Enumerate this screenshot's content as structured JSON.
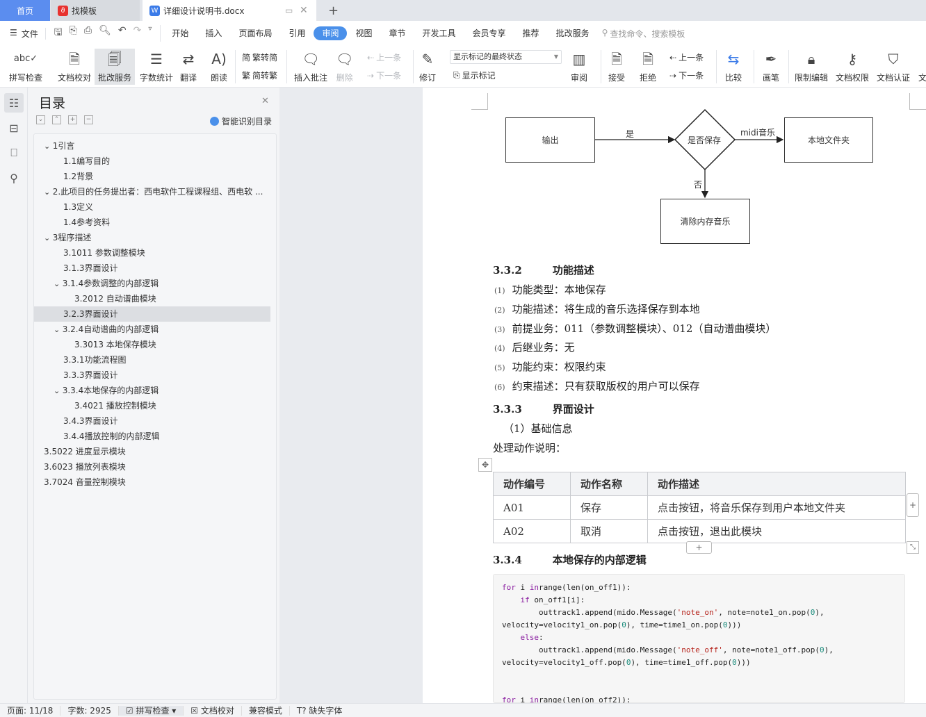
{
  "tabs": {
    "home": "首页",
    "template": "找模板",
    "document": "详细设计说明书.docx",
    "new_tab": "+"
  },
  "menu": {
    "file": "文件",
    "items": [
      "开始",
      "插入",
      "页面布局",
      "引用",
      "审阅",
      "视图",
      "章节",
      "开发工具",
      "会员专享",
      "推荐",
      "批改服务"
    ],
    "active": "审阅",
    "search_placeholder": "查找命令、搜索模板"
  },
  "ribbon": {
    "spell": "拼写检查",
    "proof": "文档校对",
    "grading": "批改服务",
    "wordcount": "字数统计",
    "translate": "翻译",
    "read": "朗读",
    "trad_to_simp": "繁转简",
    "simp_to_trad": "简转繁",
    "insert_comment": "插入批注",
    "delete": "删除",
    "prev": "上一条",
    "next": "下一条",
    "track": "修订",
    "markup_state": "显示标记的最终状态",
    "show_markup": "显示标记",
    "review": "审阅",
    "accept": "接受",
    "reject": "拒绝",
    "prev2": "上一条",
    "next2": "下一条",
    "compare": "比较",
    "pen": "画笔",
    "restrict": "限制编辑",
    "permission": "文档权限",
    "certify": "文档认证",
    "more": "文"
  },
  "outline": {
    "title": "目录",
    "smart": "智能识别目录",
    "items": [
      {
        "label": "1引言",
        "level": 0,
        "expand": true
      },
      {
        "label": "1.1编写目的",
        "level": 1
      },
      {
        "label": "1.2背景",
        "level": 1
      },
      {
        "label": "2.此项目的任务提出者：西电软件工程课程组、西电软 ...",
        "level": 0,
        "expand": true
      },
      {
        "label": "1.3定义",
        "level": 1
      },
      {
        "label": "1.4参考资料",
        "level": 1
      },
      {
        "label": "3程序描述",
        "level": 0,
        "expand": true
      },
      {
        "label": "3.1011 参数调整模块",
        "level": 1
      },
      {
        "label": "3.1.3界面设计",
        "level": 1
      },
      {
        "label": "3.1.4参数调整的内部逻辑",
        "level": 1,
        "expand": true
      },
      {
        "label": "3.2012 自动谱曲模块",
        "level": 2
      },
      {
        "label": "3.2.3界面设计",
        "level": 1,
        "selected": true
      },
      {
        "label": "3.2.4自动谱曲的内部逻辑",
        "level": 1,
        "expand": true
      },
      {
        "label": "3.3013 本地保存模块",
        "level": 2
      },
      {
        "label": "3.3.1功能流程图",
        "level": 1
      },
      {
        "label": "3.3.3界面设计",
        "level": 1
      },
      {
        "label": "3.3.4本地保存的内部逻辑",
        "level": 1,
        "expand": true
      },
      {
        "label": "3.4021 播放控制模块",
        "level": 2
      },
      {
        "label": "3.4.3界面设计",
        "level": 1
      },
      {
        "label": "3.4.4播放控制的内部逻辑",
        "level": 1
      },
      {
        "label": "3.5022 进度显示模块",
        "level": 0
      },
      {
        "label": "3.6023 播放列表模块",
        "level": 0
      },
      {
        "label": "3.7024 音量控制模块",
        "level": 0
      }
    ]
  },
  "flowchart": {
    "output": "输出",
    "yes": "是",
    "decision": "是否保存",
    "midi": "midi音乐",
    "local": "本地文件夹",
    "no": "否",
    "clear": "清除内存音乐"
  },
  "doc": {
    "s332_num": "3.3.2",
    "s332_title": "功能描述",
    "items": [
      {
        "n": "(1)",
        "t": "功能类型：本地保存"
      },
      {
        "n": "(2)",
        "t": "功能描述：将生成的音乐选择保存到本地"
      },
      {
        "n": "(3)",
        "t": "前提业务：011（参数调整模块）、012（自动谱曲模块）"
      },
      {
        "n": "(4)",
        "t": "后继业务：无"
      },
      {
        "n": "(5)",
        "t": "功能约束：权限约束"
      },
      {
        "n": "(6)",
        "t": "约束描述：只有获取版权的用户可以保存"
      }
    ],
    "s333_num": "3.3.3",
    "s333_title": "界面设计",
    "basic": "（1）基础信息",
    "actions_label": "处理动作说明：",
    "table": {
      "headers": [
        "动作编号",
        "动作名称",
        "动作描述"
      ],
      "rows": [
        [
          "A01",
          "保存",
          "点击按钮，将音乐保存到用户本地文件夹"
        ],
        [
          "A02",
          "取消",
          "点击按钮，退出此模块"
        ]
      ]
    },
    "s334_num": "3.3.4",
    "s334_title": "本地保存的内部逻辑"
  },
  "status": {
    "page": "页面: 11/18",
    "words": "字数: 2925",
    "spell": "拼写检查",
    "proof": "文档校对",
    "compat": "兼容模式",
    "missing_font": "缺失字体"
  }
}
